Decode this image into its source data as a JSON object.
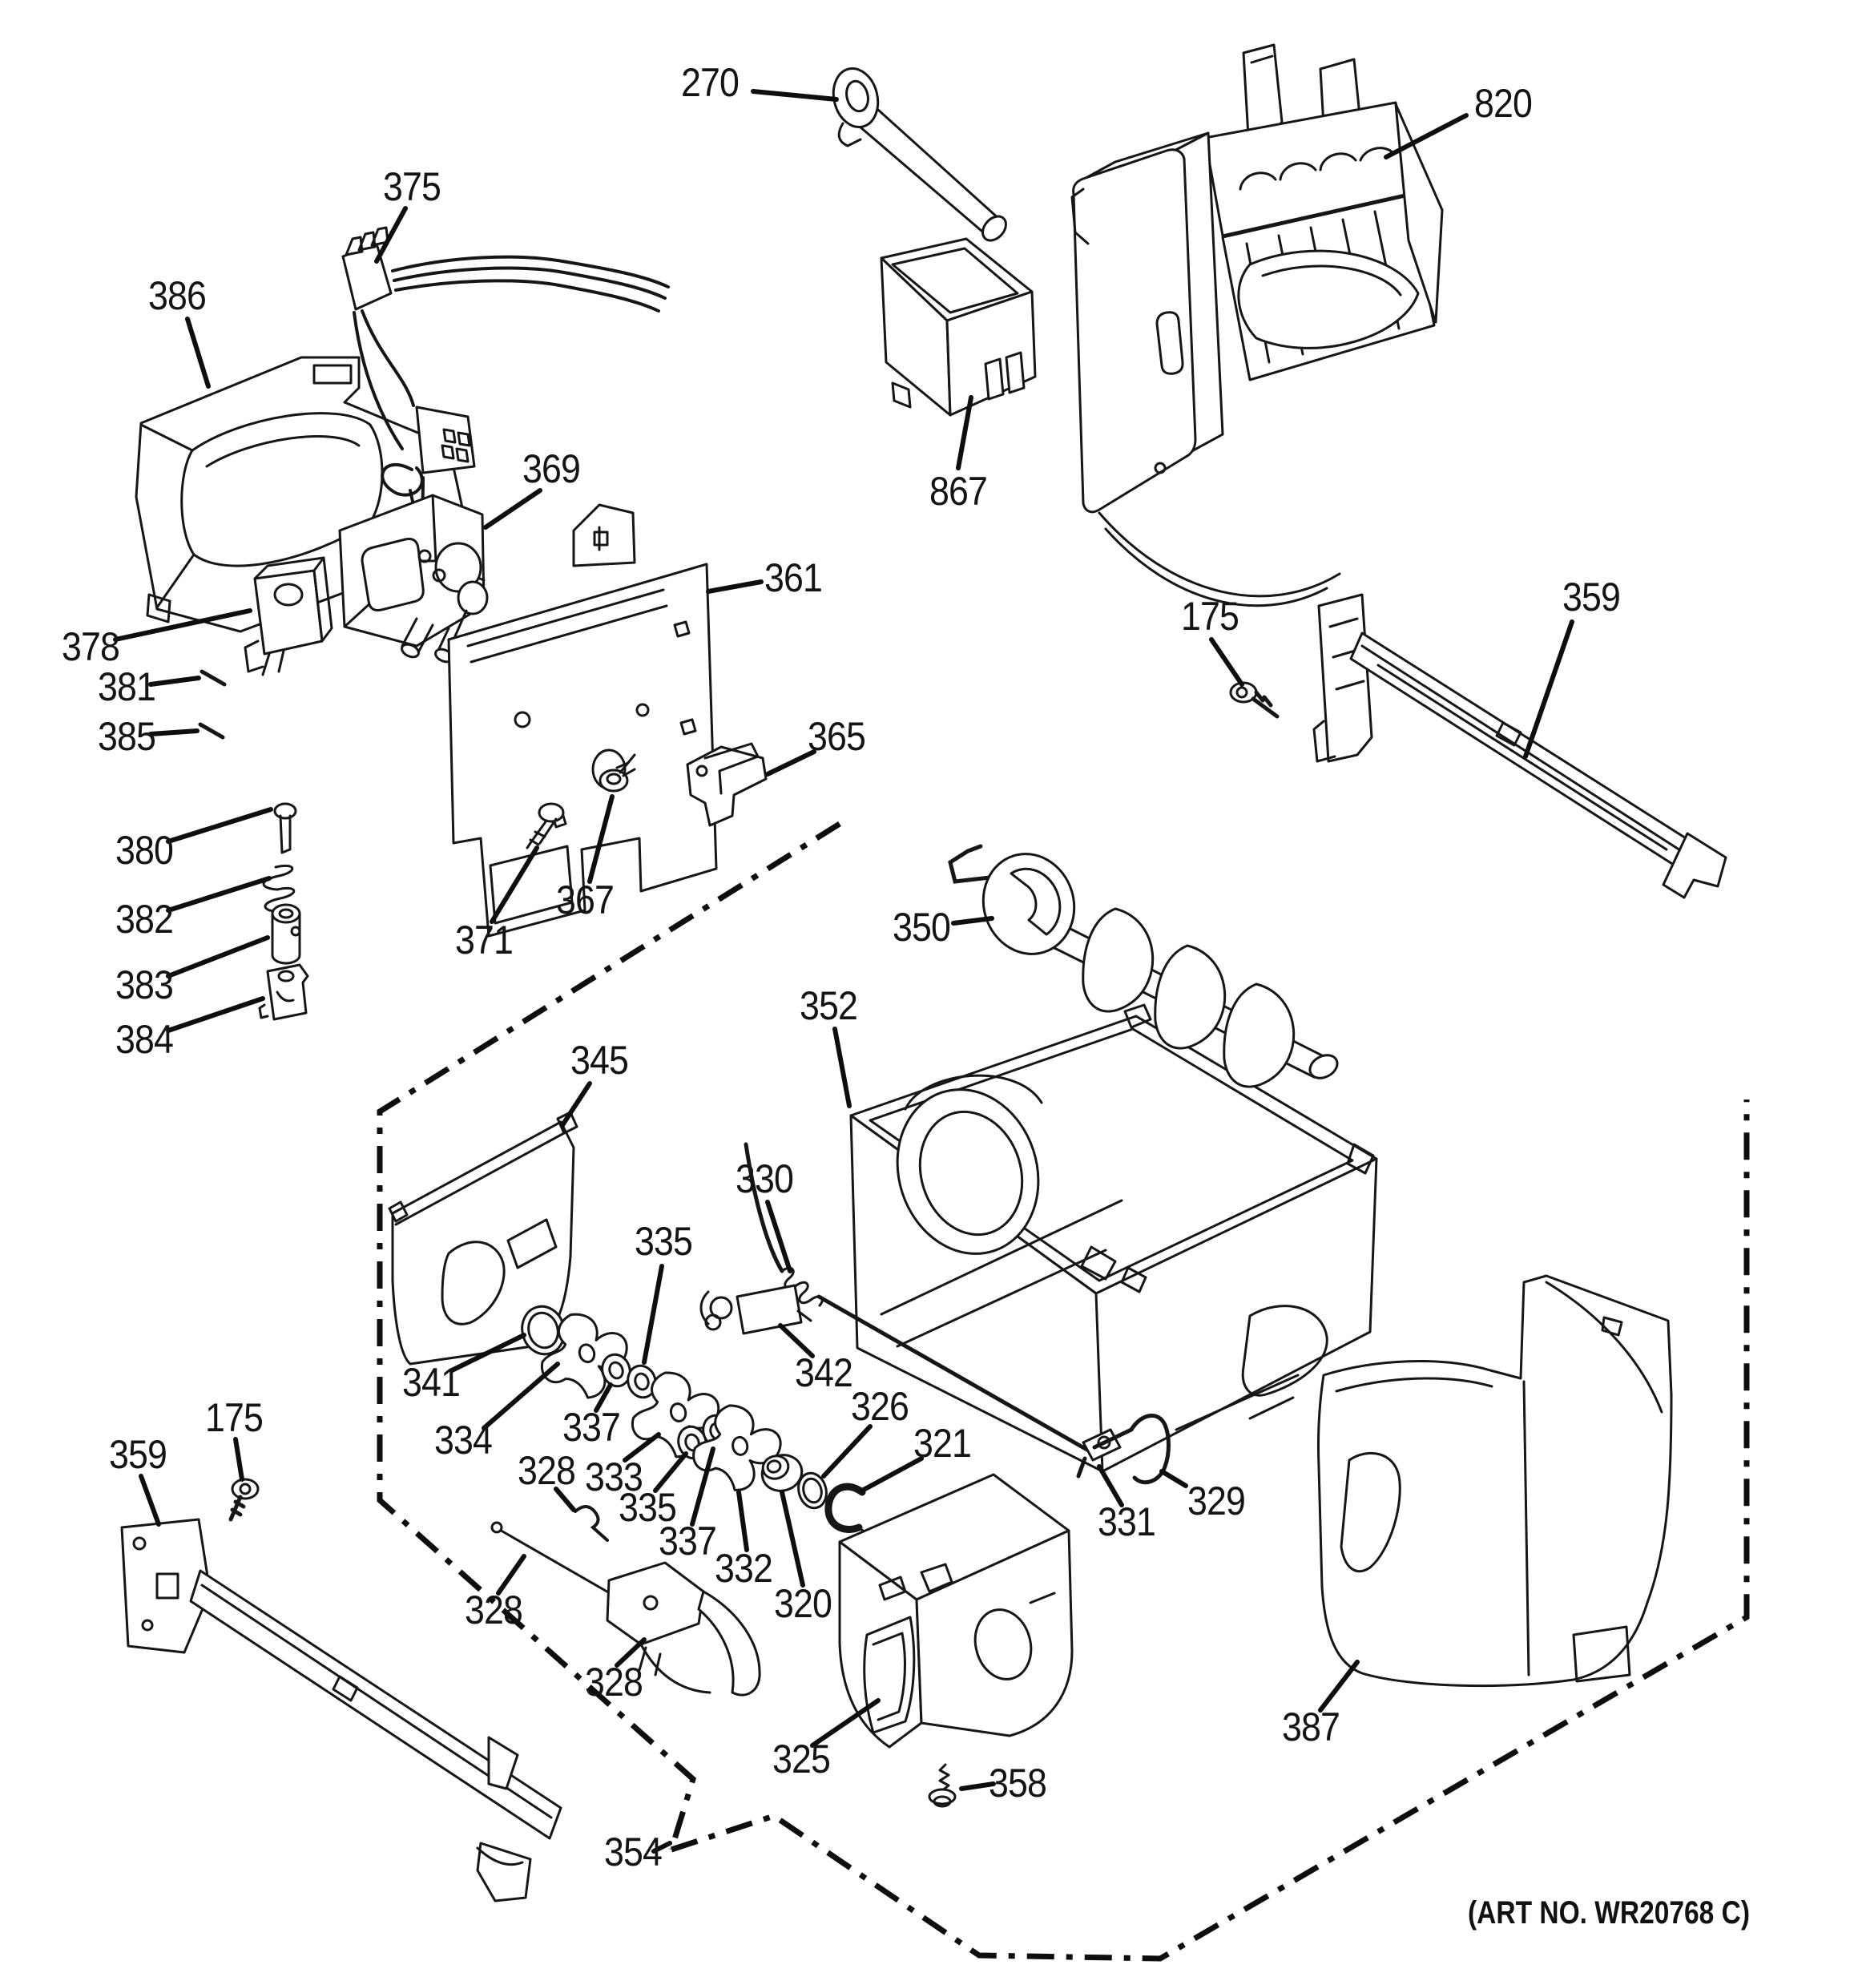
{
  "diagram": {
    "art_no": "(ART NO. WR20768 C)",
    "callouts": [
      {
        "part": "270",
        "text": "270"
      },
      {
        "part": "820",
        "text": "820"
      },
      {
        "part": "375",
        "text": "375"
      },
      {
        "part": "386",
        "text": "386"
      },
      {
        "part": "369",
        "text": "369"
      },
      {
        "part": "361",
        "text": "361"
      },
      {
        "part": "378",
        "text": "378"
      },
      {
        "part": "381",
        "text": "381"
      },
      {
        "part": "385",
        "text": "385"
      },
      {
        "part": "867",
        "text": "867"
      },
      {
        "part": "380",
        "text": "380"
      },
      {
        "part": "382",
        "text": "382"
      },
      {
        "part": "383",
        "text": "383"
      },
      {
        "part": "384",
        "text": "384"
      },
      {
        "part": "365",
        "text": "365"
      },
      {
        "part": "367",
        "text": "367"
      },
      {
        "part": "371",
        "text": "371"
      },
      {
        "part": "175-right",
        "text": "175"
      },
      {
        "part": "359-right",
        "text": "359"
      },
      {
        "part": "350",
        "text": "350"
      },
      {
        "part": "352",
        "text": "352"
      },
      {
        "part": "345",
        "text": "345"
      },
      {
        "part": "330",
        "text": "330"
      },
      {
        "part": "335-upper",
        "text": "335"
      },
      {
        "part": "341",
        "text": "341"
      },
      {
        "part": "334",
        "text": "334"
      },
      {
        "part": "337-upper",
        "text": "337"
      },
      {
        "part": "333",
        "text": "333"
      },
      {
        "part": "328-top",
        "text": "328"
      },
      {
        "part": "335-lower",
        "text": "335"
      },
      {
        "part": "337-lower",
        "text": "337"
      },
      {
        "part": "332",
        "text": "332"
      },
      {
        "part": "320",
        "text": "320"
      },
      {
        "part": "342",
        "text": "342"
      },
      {
        "part": "326",
        "text": "326"
      },
      {
        "part": "321",
        "text": "321"
      },
      {
        "part": "331",
        "text": "331"
      },
      {
        "part": "329",
        "text": "329"
      },
      {
        "part": "175-left",
        "text": "175"
      },
      {
        "part": "359-left",
        "text": "359"
      },
      {
        "part": "328-middle",
        "text": "328"
      },
      {
        "part": "328-bottom",
        "text": "328"
      },
      {
        "part": "325",
        "text": "325"
      },
      {
        "part": "358",
        "text": "358"
      },
      {
        "part": "387",
        "text": "387"
      },
      {
        "part": "354",
        "text": "354"
      }
    ]
  }
}
